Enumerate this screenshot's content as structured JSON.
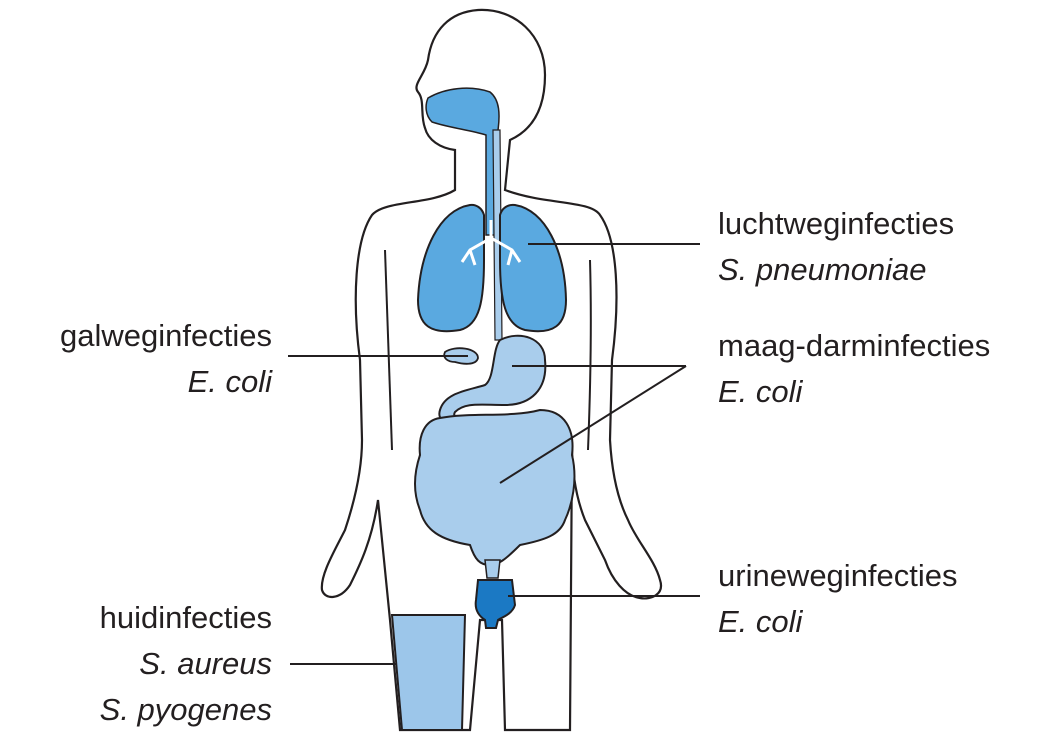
{
  "labels": {
    "respiratory": {
      "name": "luchtweginfecties",
      "organism": "S. pneumoniae"
    },
    "gastro": {
      "name": "maag-darminfecties",
      "organism": "E. coli"
    },
    "biliary": {
      "name": "galweginfecties",
      "organism": "E. coli"
    },
    "urinary": {
      "name": "urineweginfecties",
      "organism": "E. coli"
    },
    "skin": {
      "name": "huidinfecties",
      "organism1": "S. aureus",
      "organism2": "S. pyogenes"
    }
  },
  "colors": {
    "outline": "#231f20",
    "airway": "#5aa9e0",
    "lungs": "#5aa9e0",
    "gut": "#a9cdec",
    "bladder": "#1b79c4",
    "skin": "#9cc6ea",
    "text": "#231f20"
  }
}
